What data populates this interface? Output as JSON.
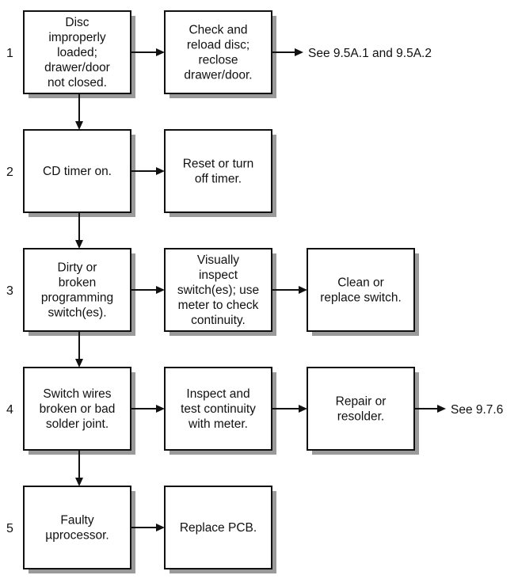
{
  "rows": [
    {
      "number": "1",
      "boxes": [
        [
          "Disc",
          "improperly",
          "loaded;",
          "drawer/door",
          "not closed."
        ],
        [
          "Check and",
          "reload disc;",
          "reclose",
          "drawer/door."
        ]
      ],
      "reference": "See 9.5A.1 and 9.5A.2"
    },
    {
      "number": "2",
      "boxes": [
        [
          "CD  timer on."
        ],
        [
          "Reset or turn",
          "off timer."
        ]
      ],
      "reference": ""
    },
    {
      "number": "3",
      "boxes": [
        [
          "Dirty or",
          "broken",
          "programming",
          "switch(es)."
        ],
        [
          "Visually",
          "inspect",
          "switch(es); use",
          "meter to check",
          "continuity."
        ],
        [
          "Clean or",
          "replace switch."
        ]
      ],
      "reference": ""
    },
    {
      "number": "4",
      "boxes": [
        [
          "Switch wires",
          "broken or bad",
          "solder joint."
        ],
        [
          "Inspect and",
          "test continuity",
          "with meter."
        ],
        [
          "Repair or",
          "resolder."
        ]
      ],
      "reference": "See 9.7.6"
    },
    {
      "number": "5",
      "boxes": [
        [
          "Faulty",
          "µprocessor."
        ],
        [
          "Replace PCB."
        ]
      ],
      "reference": ""
    }
  ],
  "colors": {
    "stroke": "#111111",
    "shadow": "#9a9a9a",
    "background": "#ffffff"
  }
}
